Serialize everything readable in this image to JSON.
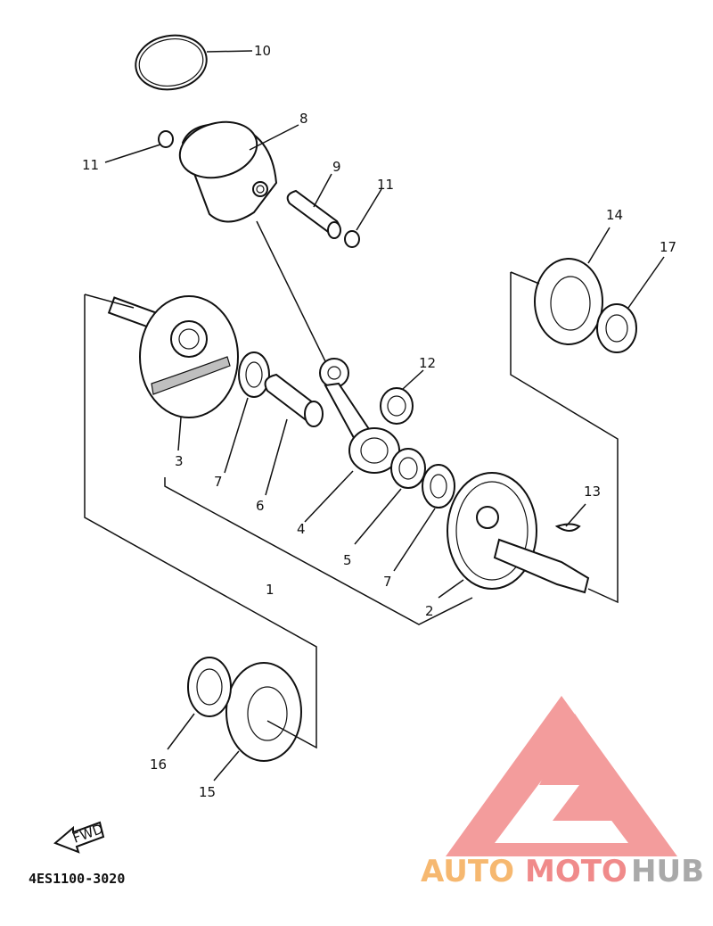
{
  "labels": {
    "l1": "1",
    "l2": "2",
    "l3": "3",
    "l4": "4",
    "l5": "5",
    "l6": "6",
    "l7a": "7",
    "l7b": "7",
    "l8": "8",
    "l9": "9",
    "l10": "10",
    "l11a": "11",
    "l11b": "11",
    "l12": "12",
    "l13": "13",
    "l14": "14",
    "l15": "15",
    "l16": "16",
    "l17": "17"
  },
  "fwd_label": "FWD",
  "diagram_code": "4ES1100-3020",
  "watermark": {
    "auto": "AUTO",
    "moto": "MOTO",
    "hub": "HUB",
    "color_auto": "#f6b870",
    "color_moto": "#f08a8a",
    "color_hub": "#a9a9a9",
    "logo_color": "#f28b8b"
  }
}
